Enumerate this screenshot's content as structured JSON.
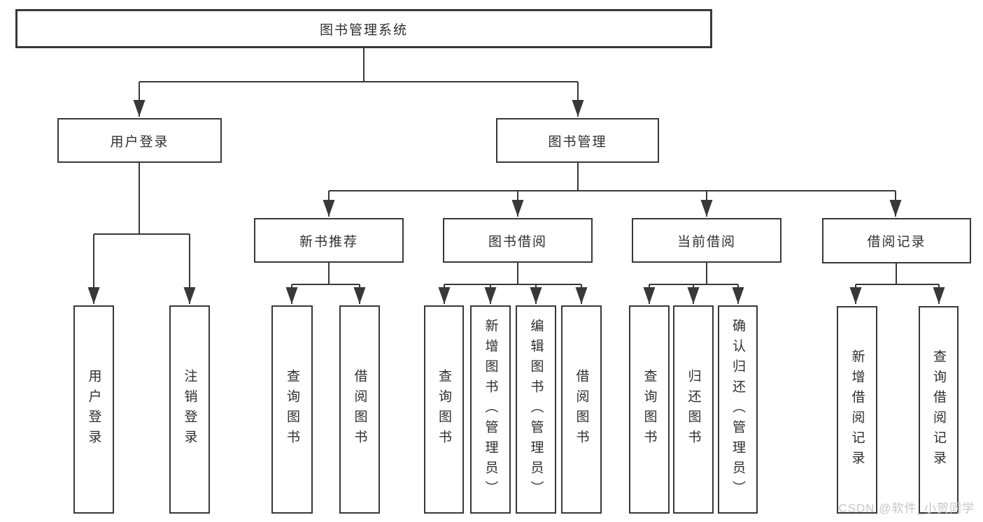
{
  "colors": {
    "background": "#ffffff",
    "box_border": "#383838",
    "connector_line": "#383838",
    "text": "#2f2f2f",
    "watermark": "#c8c4c6"
  },
  "diagram_type": "function-structure-tree",
  "tree": {
    "root": "图书管理系统",
    "children": [
      {
        "label": "用户登录",
        "children": [
          "用户登录",
          "注销登录"
        ]
      },
      {
        "label": "图书管理",
        "children": [
          {
            "label": "新书推荐",
            "children": [
              "查询图书",
              "借阅图书"
            ]
          },
          {
            "label": "图书借阅",
            "children": [
              "查询图书",
              "新增图书（管理员）",
              "编辑图书（管理员）",
              "借阅图书"
            ]
          },
          {
            "label": "当前借阅",
            "children": [
              "查询图书",
              "归还图书",
              "确认归还（管理员）"
            ]
          },
          {
            "label": "借阅记录",
            "children": [
              "新增借阅记录",
              "查询借阅记录"
            ]
          }
        ]
      }
    ]
  },
  "watermark": {
    "text": "CSDN @软件_小贺同学"
  }
}
